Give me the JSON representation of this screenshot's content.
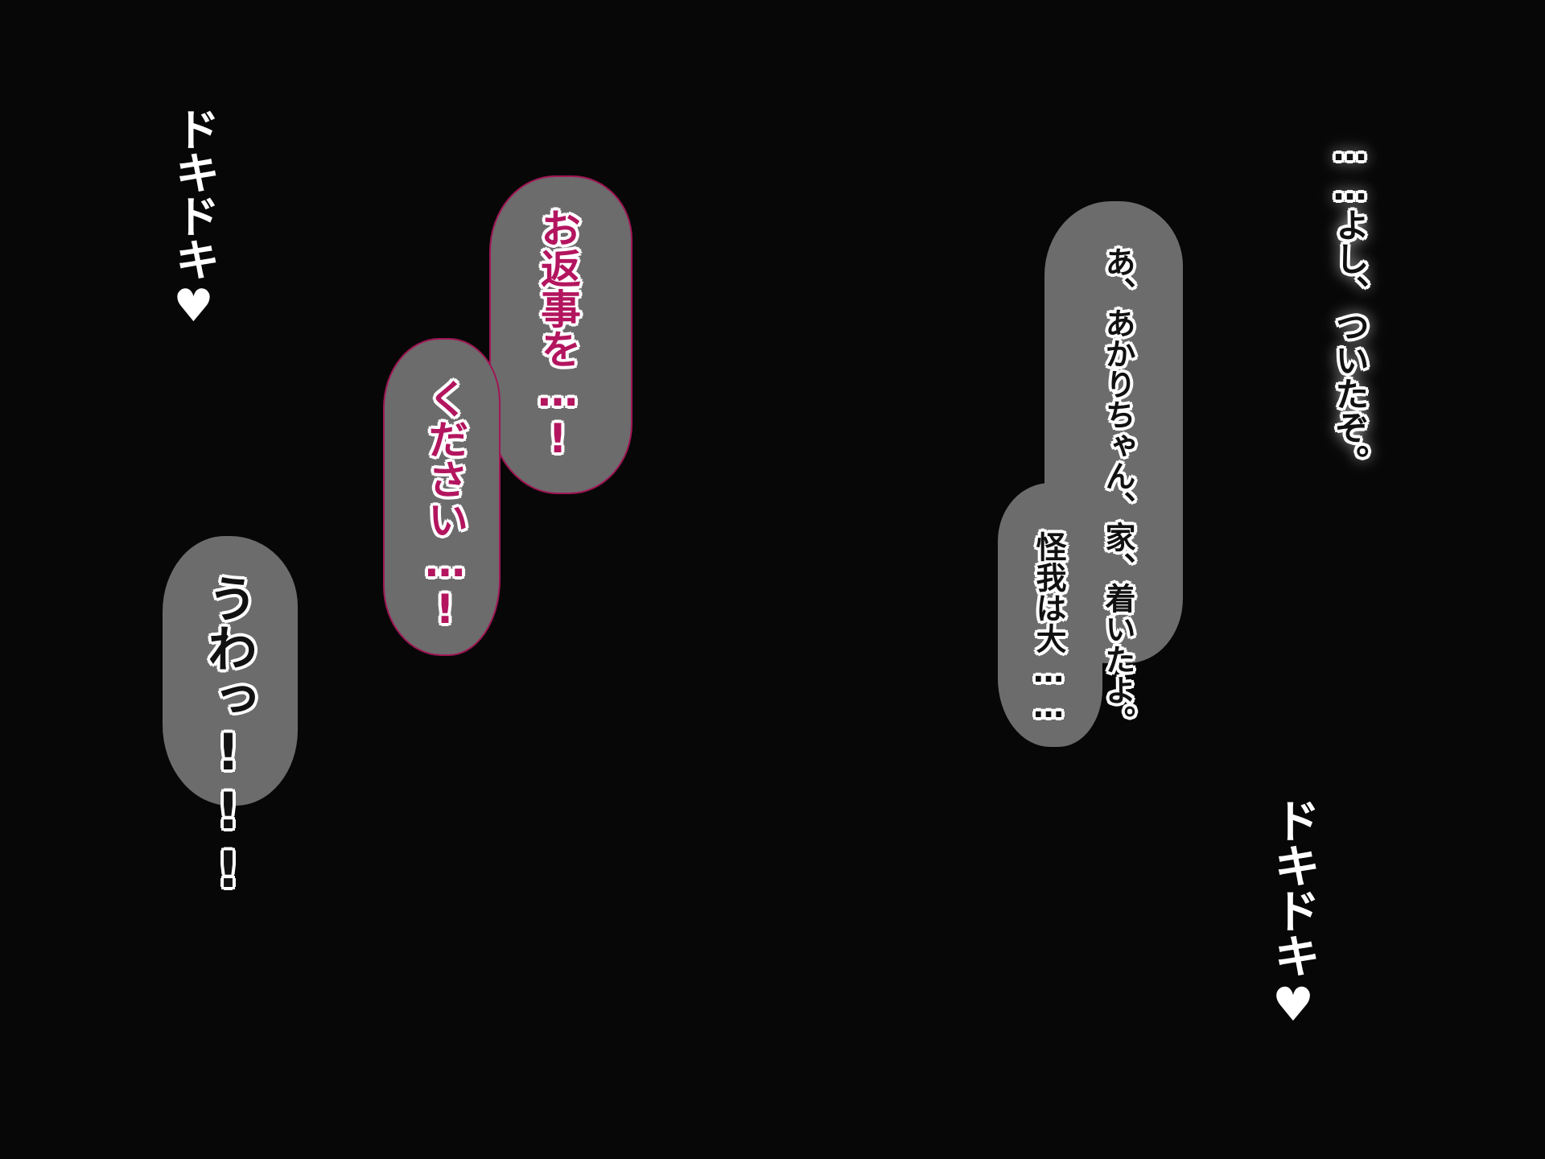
{
  "texts": {
    "sfx_left": "ドキドキ♥",
    "sfx_right": "ドキドキ♥",
    "pink_line1": "お返事を…!",
    "pink_line2": "ください…!",
    "uwa": "うわっ!!!",
    "yoshi": "……よし、ついたぞ。",
    "akari": "あ、あかりちゃん、家、着いたよ。",
    "kega": "怪我は大……"
  },
  "colors": {
    "background": "#070707",
    "bubble": "#6c6c6c",
    "pink": "#b3155f"
  }
}
